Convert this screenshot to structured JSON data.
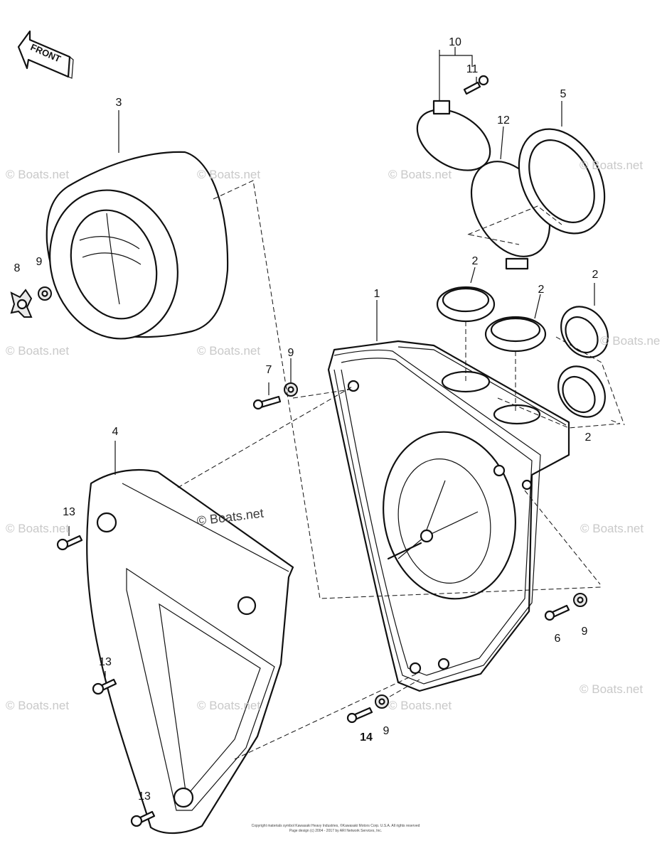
{
  "front_label": "FRONT",
  "watermark_text": "© Boats.net",
  "watermark_text_short": "© Boats.ne",
  "copyright": {
    "line1": "Copyright materials symbol Kawasaki Heavy Industries, ©Kawasaki Motors Corp. U.S.A. All rights reserved",
    "line2": "Page design (c) 2004 - 2017 by ARI Network Services, Inc."
  },
  "callouts": {
    "c1": "1",
    "c2a": "2",
    "c2b": "2",
    "c2c": "2",
    "c2d": "2",
    "c3": "3",
    "c4": "4",
    "c5": "5",
    "c6": "6",
    "c7": "7",
    "c8": "8",
    "c9a": "9",
    "c9b": "9",
    "c9c": "9",
    "c9d": "9",
    "c10": "10",
    "c11": "11",
    "c12": "12",
    "c13a": "13",
    "c13b": "13",
    "c13c": "13",
    "c14": "14"
  }
}
